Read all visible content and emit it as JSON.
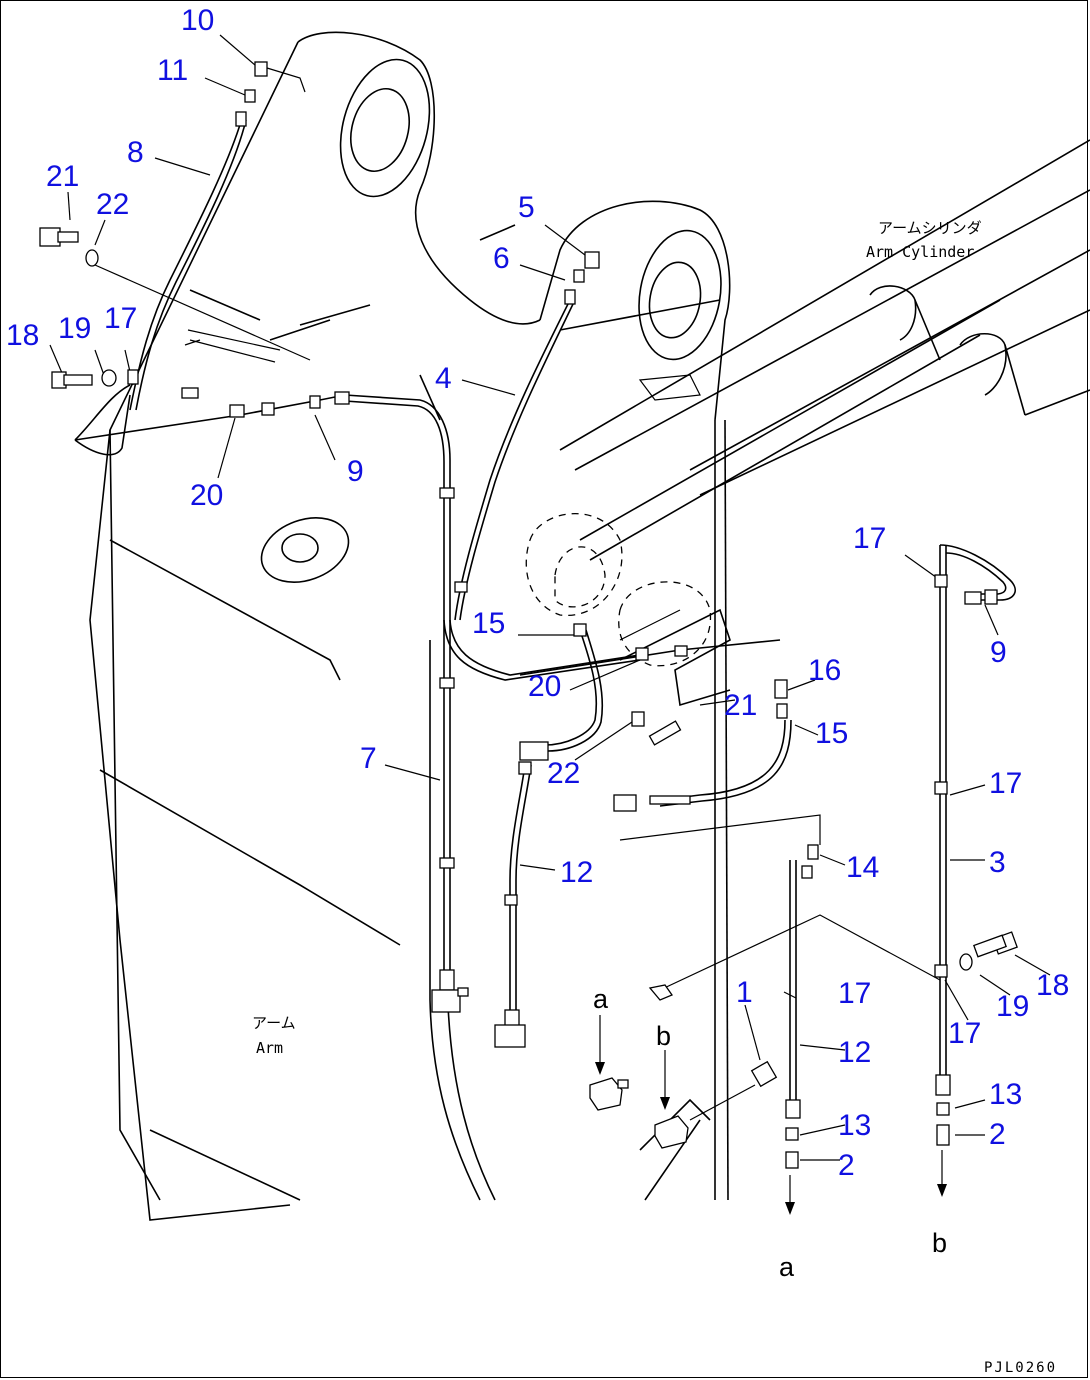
{
  "callouts": [
    "10",
    "11",
    "8",
    "21",
    "22",
    "18",
    "19",
    "17",
    "5",
    "6",
    "4",
    "9",
    "20",
    "15",
    "20",
    "21",
    "22",
    "16",
    "15",
    "7",
    "12",
    "14",
    "17",
    "9",
    "17",
    "3",
    "18",
    "19",
    "17",
    "1",
    "17",
    "12",
    "13",
    "2",
    "13",
    "2"
  ],
  "view_letters": [
    "a",
    "b",
    "a",
    "b"
  ],
  "labels": {
    "arm_cylinder_jp": "アームシリンダ",
    "arm_cylinder_en": "Arm Cylinder",
    "arm_jp": "アーム",
    "arm_en": "Arm",
    "drawing_code": "PJL0260"
  }
}
